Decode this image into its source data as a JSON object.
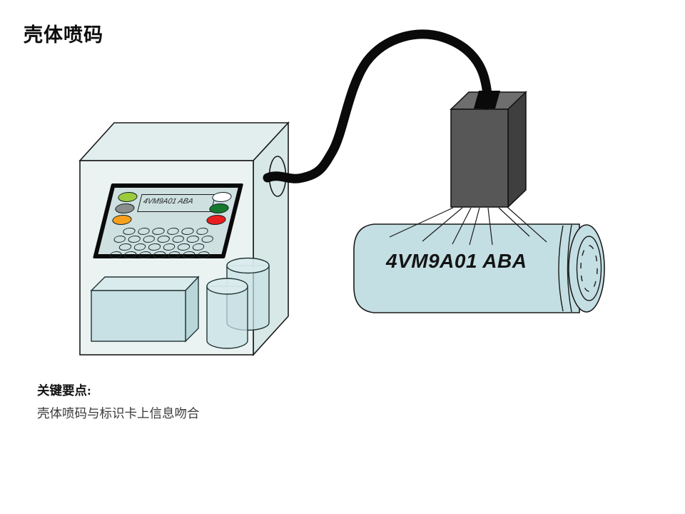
{
  "title": "壳体喷码",
  "machine": {
    "display_text": "4VM9A01 ABA",
    "panel_buttons": [
      {
        "name": "panel-button-yellow-green",
        "color": "#9bcb3c",
        "side": "left"
      },
      {
        "name": "panel-button-gray",
        "color": "#8a8f8d",
        "side": "left"
      },
      {
        "name": "panel-button-orange",
        "color": "#f6a01d",
        "side": "left"
      },
      {
        "name": "panel-button-white",
        "color": "#ffffff",
        "side": "right"
      },
      {
        "name": "panel-button-dark-green",
        "color": "#157a2d",
        "side": "right"
      },
      {
        "name": "panel-button-red",
        "color": "#e91e1e",
        "side": "right"
      }
    ],
    "keyboard_rows": [
      6,
      7,
      6,
      7
    ]
  },
  "product": {
    "printed_code": "4VM9A01 ABA"
  },
  "notes": {
    "heading": "关键要点:",
    "body": "壳体喷码与标识卡上信息吻合"
  },
  "colors": {
    "machine_front": "#eaf3f2",
    "machine_top": "#e1eeed",
    "machine_side": "#d7e8e7",
    "panel_bg": "#cfe0e1",
    "accessory_fill": "#c8e1e4",
    "accessory_top": "#d9ebec",
    "accessory_side": "#b9d7da",
    "battery_fill": "#c4dfe3",
    "head_front": "#575757",
    "head_top": "#6e6e6e",
    "head_side": "#3f3f3f",
    "cable": "#0a0a0a",
    "outline": "#1a1a1a"
  }
}
